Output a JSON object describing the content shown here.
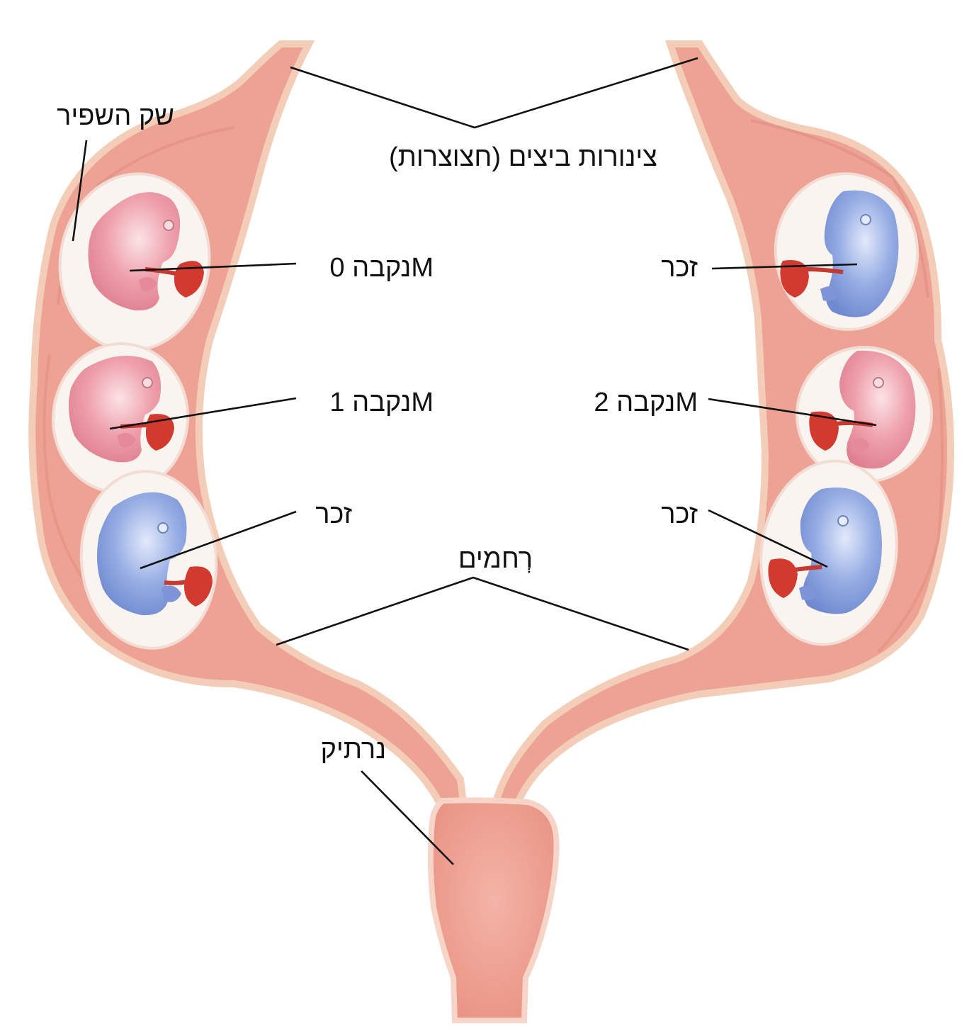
{
  "labels": {
    "oviducts": "צינורות ביצים (חצוצרות)",
    "amniotic_sac": "שק השפיר",
    "female_0m": "נקבה 0M",
    "female_1m": "נקבה 1M",
    "female_2m": "נקבה 2M",
    "male_right_top": "זכר",
    "male_left_bottom": "זכר",
    "male_right_bottom": "זכר",
    "uterus": "רְחמים",
    "vagina": "נרתיק"
  },
  "fetuses": [
    {
      "side": "left",
      "position": 1,
      "sex": "female",
      "color": "#ea9aa6"
    },
    {
      "side": "left",
      "position": 2,
      "sex": "female",
      "color": "#ea9aa6"
    },
    {
      "side": "left",
      "position": 3,
      "sex": "male",
      "color": "#8ea5dd"
    },
    {
      "side": "right",
      "position": 1,
      "sex": "male",
      "color": "#8ea5dd"
    },
    {
      "side": "right",
      "position": 2,
      "sex": "female",
      "color": "#ea9aa6"
    },
    {
      "side": "right",
      "position": 3,
      "sex": "male",
      "color": "#8ea5dd"
    }
  ],
  "colors": {
    "tissue": "#eda294",
    "tissue_dark": "#dc8576",
    "tissue_edge": "#f3cdb8",
    "sac": "#faf4f1",
    "female": "#ea9aa6",
    "male": "#8ea5dd",
    "placenta": "#d23a2f"
  }
}
